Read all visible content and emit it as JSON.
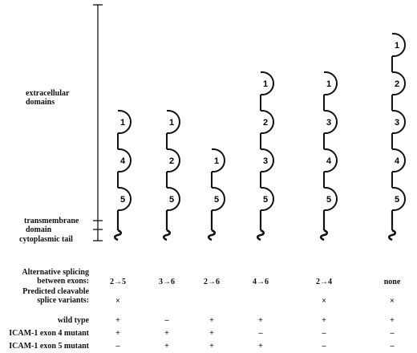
{
  "region_labels": {
    "extracellular": [
      "extracellular",
      "domains"
    ],
    "transmembrane": [
      "transmembrane",
      "domain"
    ],
    "cytoplasmic": "cytoplasmic tail"
  },
  "row_labels": {
    "splicing": [
      "Alternative splicing",
      "between exons:"
    ],
    "cleavable": [
      "Predicted cleavable",
      "splice variants:"
    ],
    "wild_type": "wild type",
    "exon4_mutant": "ICAM-1 exon 4 mutant",
    "exon5_mutant": "ICAM-1 exon 5 mutant"
  },
  "variants": [
    {
      "domains": [
        "1",
        "4",
        "5"
      ],
      "splicing": "2→5",
      "cleavable": "×",
      "wild_type": "+",
      "exon4_mutant": "+",
      "exon5_mutant": "–"
    },
    {
      "domains": [
        "1",
        "2",
        "5"
      ],
      "splicing": "3→6",
      "cleavable": "",
      "wild_type": "–",
      "exon4_mutant": "+",
      "exon5_mutant": "+"
    },
    {
      "domains": [
        "1",
        "5"
      ],
      "splicing": "2→6",
      "cleavable": "",
      "wild_type": "+",
      "exon4_mutant": "+",
      "exon5_mutant": "+"
    },
    {
      "domains": [
        "1",
        "2",
        "3",
        "5"
      ],
      "splicing": "4→6",
      "cleavable": "",
      "wild_type": "+",
      "exon4_mutant": "–",
      "exon5_mutant": "+"
    },
    {
      "domains": [
        "1",
        "3",
        "4",
        "5"
      ],
      "splicing": "2→4",
      "cleavable": "×",
      "wild_type": "+",
      "exon4_mutant": "–",
      "exon5_mutant": "–"
    },
    {
      "domains": [
        "1",
        "2",
        "3",
        "4",
        "5"
      ],
      "splicing": "none",
      "cleavable": "×",
      "wild_type": "+",
      "exon4_mutant": "–",
      "exon5_mutant": "–"
    }
  ]
}
